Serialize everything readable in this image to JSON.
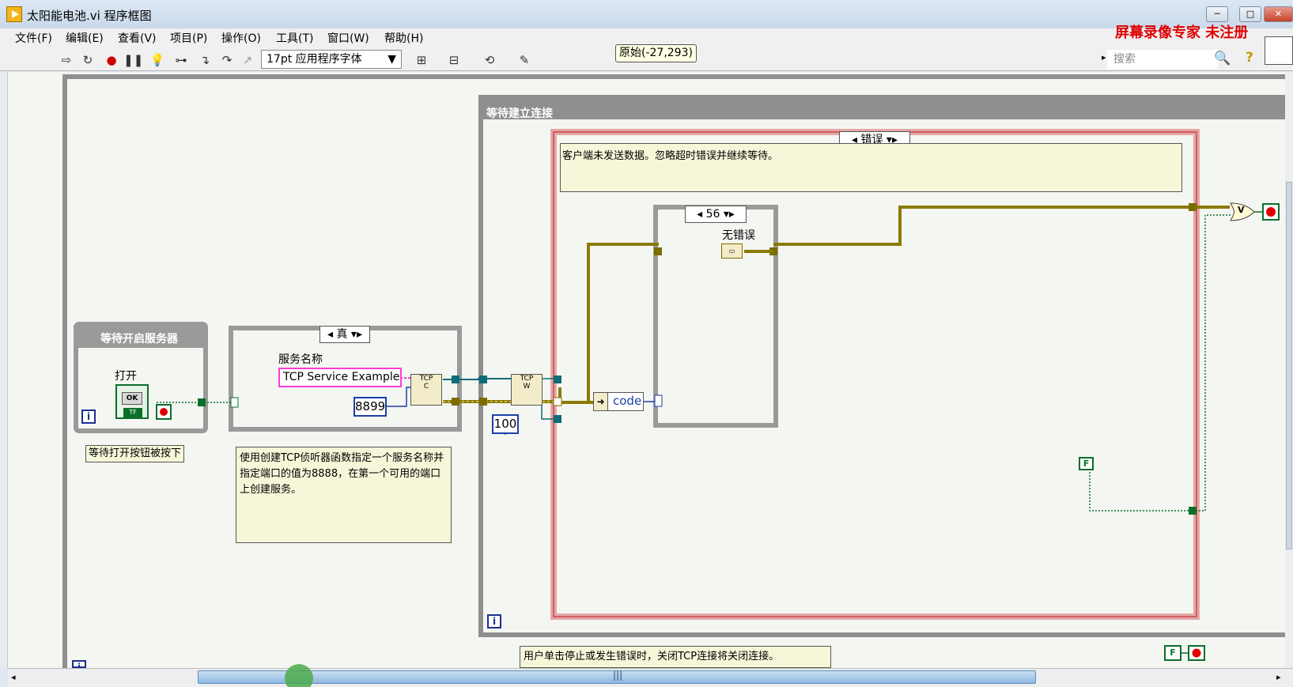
{
  "window": {
    "title": "太阳能电池.vi 程序框图",
    "controls": [
      "─",
      "□",
      "✕"
    ]
  },
  "menu": [
    "文件(F)",
    "编辑(E)",
    "查看(V)",
    "项目(P)",
    "操作(O)",
    "工具(T)",
    "窗口(W)",
    "帮助(H)"
  ],
  "watermark": "屏幕录像专家  未注册",
  "toolbar": {
    "font": "17pt 应用程序字体",
    "coords": "原始(-27,293)",
    "search_placeholder": "搜索"
  },
  "diagram": {
    "loop1_title": "等待开启服务器",
    "open_label": "打开",
    "ok_label": "OK",
    "tf_label": "TF",
    "wait_btn_comment": "等待打开按钮被按下",
    "case_true": "真",
    "service_name_label": "服务名称",
    "service_name_value": "TCP Service Example",
    "port_value": "8899",
    "timeout_value": "100",
    "create_comment": "使用创建TCP侦听器函数指定一个服务名称并指定端口的值为8888，在第一个可用的端口上创建服务。",
    "seq_title": "等待建立连接",
    "case_error": "错误",
    "error_comment": "客户端未发送数据。忽略超时错误并继续等待。",
    "case_56": "56",
    "no_error_label": "无错误",
    "code_label": "code",
    "false_const": "F",
    "close_comment": "用户单击停止或发生错误时，关闭TCP连接将关闭连接。",
    "iter_label": "i",
    "or_label": "V"
  },
  "colors": {
    "error_wire": "#8a7a00",
    "string_wire": "#ff3bd5",
    "numeric_wire": "#1e3fa6",
    "bool_wire": "#0a6f2a",
    "ref_wire": "#0e6b79"
  }
}
